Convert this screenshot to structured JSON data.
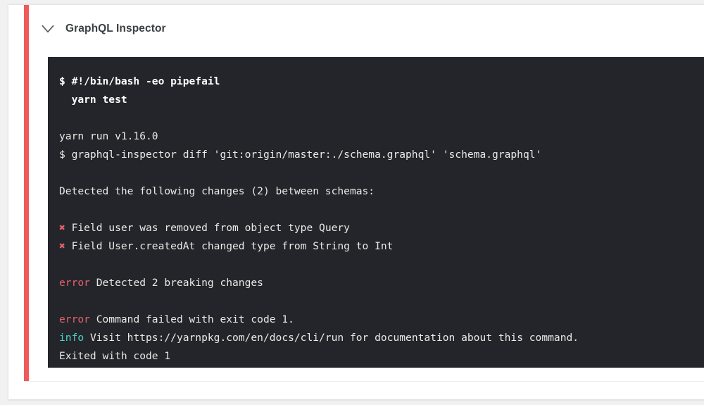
{
  "step": {
    "title": "GraphQL Inspector",
    "toggle_icon": "chevron-down-icon",
    "accent_color": "#ef5a5a",
    "status": "failed"
  },
  "console": {
    "background_color": "#23252a",
    "text_color": "#e9e9e6",
    "error_color": "#e4606d",
    "info_color": "#4fd1c5",
    "lines": [
      {
        "id": 0,
        "type": "command",
        "text": "$ #!/bin/bash -eo pipefail"
      },
      {
        "id": 1,
        "type": "command",
        "text": "  yarn test"
      },
      {
        "id": 2,
        "type": "blank",
        "text": ""
      },
      {
        "id": 3,
        "type": "plain",
        "text": "yarn run v1.16.0"
      },
      {
        "id": 4,
        "type": "plain",
        "text": "$ graphql-inspector diff 'git:origin/master:./schema.graphql' 'schema.graphql'"
      },
      {
        "id": 5,
        "type": "blank",
        "text": ""
      },
      {
        "id": 6,
        "type": "plain",
        "text": "Detected the following changes (2) between schemas:"
      },
      {
        "id": 7,
        "type": "blank",
        "text": ""
      },
      {
        "id": 8,
        "type": "breaking",
        "marker": "✖",
        "text": " Field user was removed from object type Query"
      },
      {
        "id": 9,
        "type": "breaking",
        "marker": "✖",
        "text": " Field User.createdAt changed type from String to Int"
      },
      {
        "id": 10,
        "type": "blank",
        "text": ""
      },
      {
        "id": 11,
        "type": "error",
        "label": "error",
        "text": " Detected 2 breaking changes"
      },
      {
        "id": 12,
        "type": "blank",
        "text": ""
      },
      {
        "id": 13,
        "type": "error",
        "label": "error",
        "text": " Command failed with exit code 1."
      },
      {
        "id": 14,
        "type": "info",
        "label": "info",
        "text": " Visit https://yarnpkg.com/en/docs/cli/run for documentation about this command."
      },
      {
        "id": 15,
        "type": "plain",
        "text": "Exited with code 1"
      }
    ]
  }
}
